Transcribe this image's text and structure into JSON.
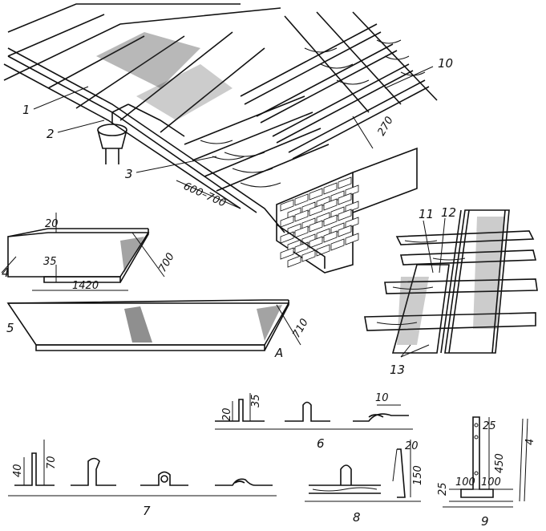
{
  "callouts": [
    "1",
    "2",
    "3",
    "4",
    "5",
    "6",
    "7",
    "8",
    "9",
    "10",
    "11",
    "12",
    "13"
  ],
  "dimensions": {
    "batten_spacing": "270",
    "eave_overhang": "600–700",
    "sheet_fold_top": "20",
    "sheet_fold_bottom": "35",
    "sheet_length": "1420",
    "sheet_width": "700",
    "strip_width": "710",
    "strip_end_mark": "A",
    "seam_height_small": "20",
    "seam_height_large": "35",
    "seam_fold": "10",
    "fold_left": "40",
    "fold_right": "70",
    "clip_top": "20",
    "clip_height": "150",
    "bracket_top": "25",
    "bracket_height": "450",
    "bracket_thickness": "4",
    "bracket_foot": "25",
    "bracket_leg_left": "100",
    "bracket_leg_right": "100"
  },
  "colors": {
    "ink": "#111111",
    "paper": "#ffffff"
  }
}
